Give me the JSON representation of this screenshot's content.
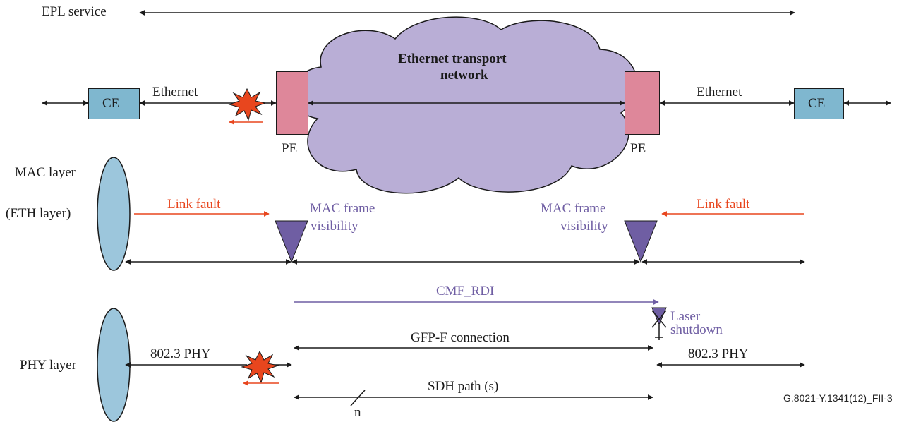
{
  "diagram": {
    "epl_service": "EPL service",
    "cloud_label_line1": "Ethernet transport",
    "cloud_label_line2": "network",
    "ce_left": "CE",
    "ce_right": "CE",
    "ethernet_left": "Ethernet",
    "ethernet_right": "Ethernet",
    "pe_left": "PE",
    "pe_right": "PE",
    "mac_layer": "MAC layer",
    "eth_layer": "(ETH  layer)",
    "link_fault_left": "Link fault",
    "link_fault_right": "Link fault",
    "mac_frame_left": "MAC frame",
    "visibility_left": "visibility",
    "mac_frame_right": "MAC frame",
    "visibility_right": "visibility",
    "cmf_rdi": "CMF_RDI",
    "laser_line1": "Laser",
    "laser_line2": "shutdown",
    "gfp_connection": "GFP-F  connection",
    "phy_layer": "PHY layer",
    "phy_left": "802.3 PHY",
    "phy_right": "802.3 PHY",
    "sdh_path": "SDH  path (s)",
    "n_label": "n",
    "figure_ref": "G.8021-Y.1341(12)_FII-3"
  },
  "colors": {
    "ce_fill": "#7fb7cf",
    "pe_fill": "#de879a",
    "cloud_fill": "#b9aed6",
    "oval_fill": "#9cc6dc",
    "purple": "#6f5ea3",
    "fault_red": "#e8461e"
  }
}
